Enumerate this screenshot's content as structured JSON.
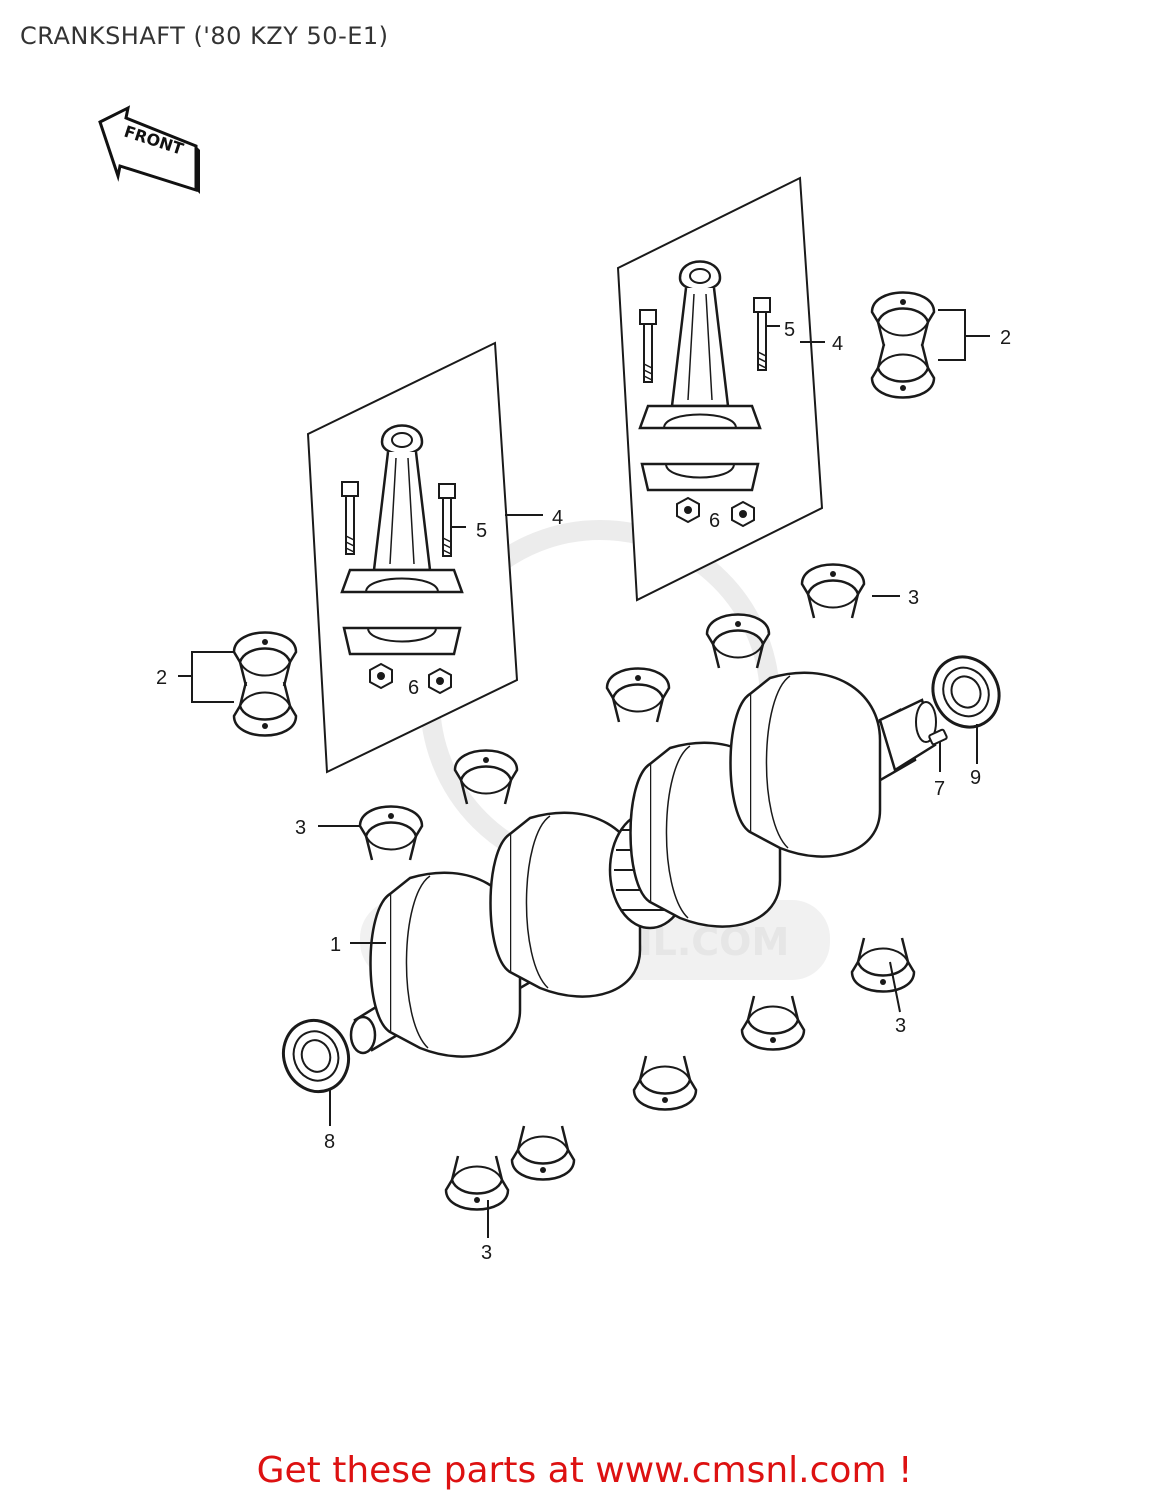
{
  "header": {
    "title": "CRANKSHAFT ('80 KZY 50-E1)"
  },
  "front_arrow": {
    "label": "FRONT"
  },
  "watermark": {
    "text": "WWW.CMSNL.COM"
  },
  "callouts": {
    "crankshaft": "1",
    "bearing_pair_right": "2",
    "bearing_pair_left": "2",
    "bearing_upper_right": "3",
    "bearing_upper_left": "3",
    "bearing_lower_right": "3",
    "bearing_lower_bottom": "3",
    "rod_assembly_right": "4",
    "rod_assembly_left": "4",
    "bolt_right": "5",
    "bolt_left": "5",
    "nut_right": "6",
    "nut_left": "6",
    "key": "7",
    "seal_left": "8",
    "seal_right": "9"
  },
  "footer": {
    "cta": "Get these parts at www.cmsnl.com !"
  },
  "colors": {
    "line": "#1a1a1a",
    "cta": "#dd1111",
    "watermark": "#e6e6e6"
  }
}
